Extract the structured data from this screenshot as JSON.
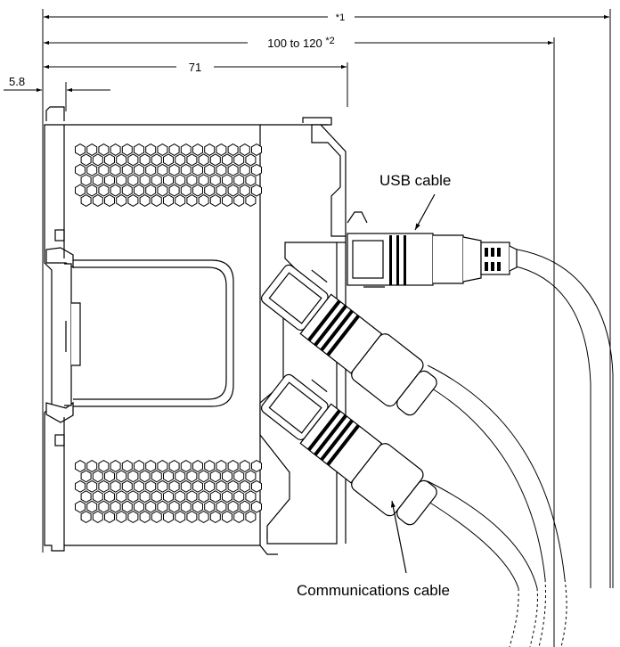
{
  "dimensions": {
    "overall_note": "*1",
    "depth_range": "100 to 120 ",
    "depth_range_note": "*2",
    "body_width": "71",
    "rail_offset": "5.8"
  },
  "callouts": {
    "usb_cable": "USB cable",
    "communications_cable": "Communications cable"
  }
}
